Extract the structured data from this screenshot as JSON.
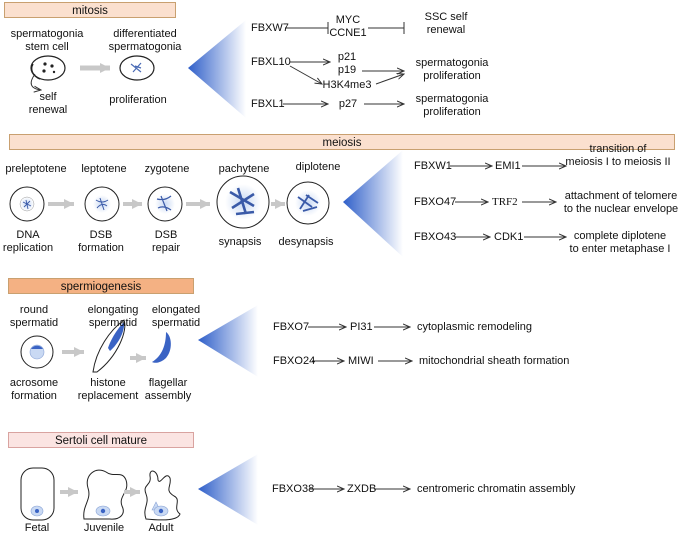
{
  "sections": {
    "mitosis": {
      "header": "mitosis",
      "cells": [
        {
          "top": "spermatogonia",
          "top2": "stem cell",
          "bottom": "self",
          "bottom2": "renewal"
        },
        {
          "top": "differentiated",
          "top2": "spermatogonia",
          "bottom": "proliferation"
        }
      ],
      "pathways": [
        {
          "gene": "FBXW7",
          "targets": [
            "MYC",
            "CCNE1"
          ],
          "effect": "SSC self",
          "effect2": "renewal"
        },
        {
          "gene": "FBXL10",
          "targets": [
            "p21",
            "p19",
            "H3K4me3"
          ],
          "effect": "spermatogonia",
          "effect2": "proliferation"
        },
        {
          "gene": "FBXL1",
          "targets": [
            "p27"
          ],
          "effect": "spermatogonia",
          "effect2": "proliferation"
        }
      ]
    },
    "meiosis": {
      "header": "meiosis",
      "stages": [
        {
          "top": "preleptotene",
          "bottom": "DNA",
          "bottom2": "replication"
        },
        {
          "top": "leptotene",
          "bottom": "DSB",
          "bottom2": "formation"
        },
        {
          "top": "zygotene",
          "bottom": "DSB",
          "bottom2": "repair"
        },
        {
          "top": "pachytene",
          "bottom": "synapsis"
        },
        {
          "top": "diplotene",
          "bottom": "desynapsis"
        }
      ],
      "pathways": [
        {
          "gene": "FBXW1",
          "target": "EMI1",
          "effect": "transition of",
          "effect2": "meiosis I to meiosis II"
        },
        {
          "gene": "FBXO47",
          "target": "TRF2",
          "effect": "attachment of telomere",
          "effect2": "to the nuclear envelope"
        },
        {
          "gene": "FBXO43",
          "target": "CDK1",
          "effect": "complete diplotene",
          "effect2": "to enter metaphase I"
        }
      ]
    },
    "spermiogenesis": {
      "header": "spermiogenesis",
      "stages": [
        {
          "top": "round",
          "top2": "spermatid",
          "bottom": "acrosome",
          "bottom2": "formation"
        },
        {
          "top": "elongating",
          "top2": "spermatid",
          "bottom": "histone",
          "bottom2": "replacement"
        },
        {
          "top": "elongated",
          "top2": "spermatid",
          "bottom": "flagellar",
          "bottom2": "assembly"
        }
      ],
      "pathways": [
        {
          "gene": "FBXO7",
          "target": "PI31",
          "effect": "cytoplasmic remodeling"
        },
        {
          "gene": "FBXO24",
          "target": "MIWI",
          "effect": "mitochondrial sheath formation"
        }
      ]
    },
    "sertoli": {
      "header": "Sertoli cell mature",
      "stages": [
        {
          "label": "Fetal"
        },
        {
          "label": "Juvenile"
        },
        {
          "label": "Adult"
        }
      ],
      "pathways": [
        {
          "gene": "FBXO38",
          "target": "ZXDB",
          "effect": "centromeric chromatin assembly"
        }
      ]
    }
  },
  "colors": {
    "accent_blue": "#3a63c4",
    "cell_blue": "#c9d9f3",
    "gray_arrow": "#c8c8c8",
    "header_mitosis": "#fbe0cf",
    "header_spermiogenesis": "#f4b183",
    "header_sertoli": "#fbe4e2"
  }
}
